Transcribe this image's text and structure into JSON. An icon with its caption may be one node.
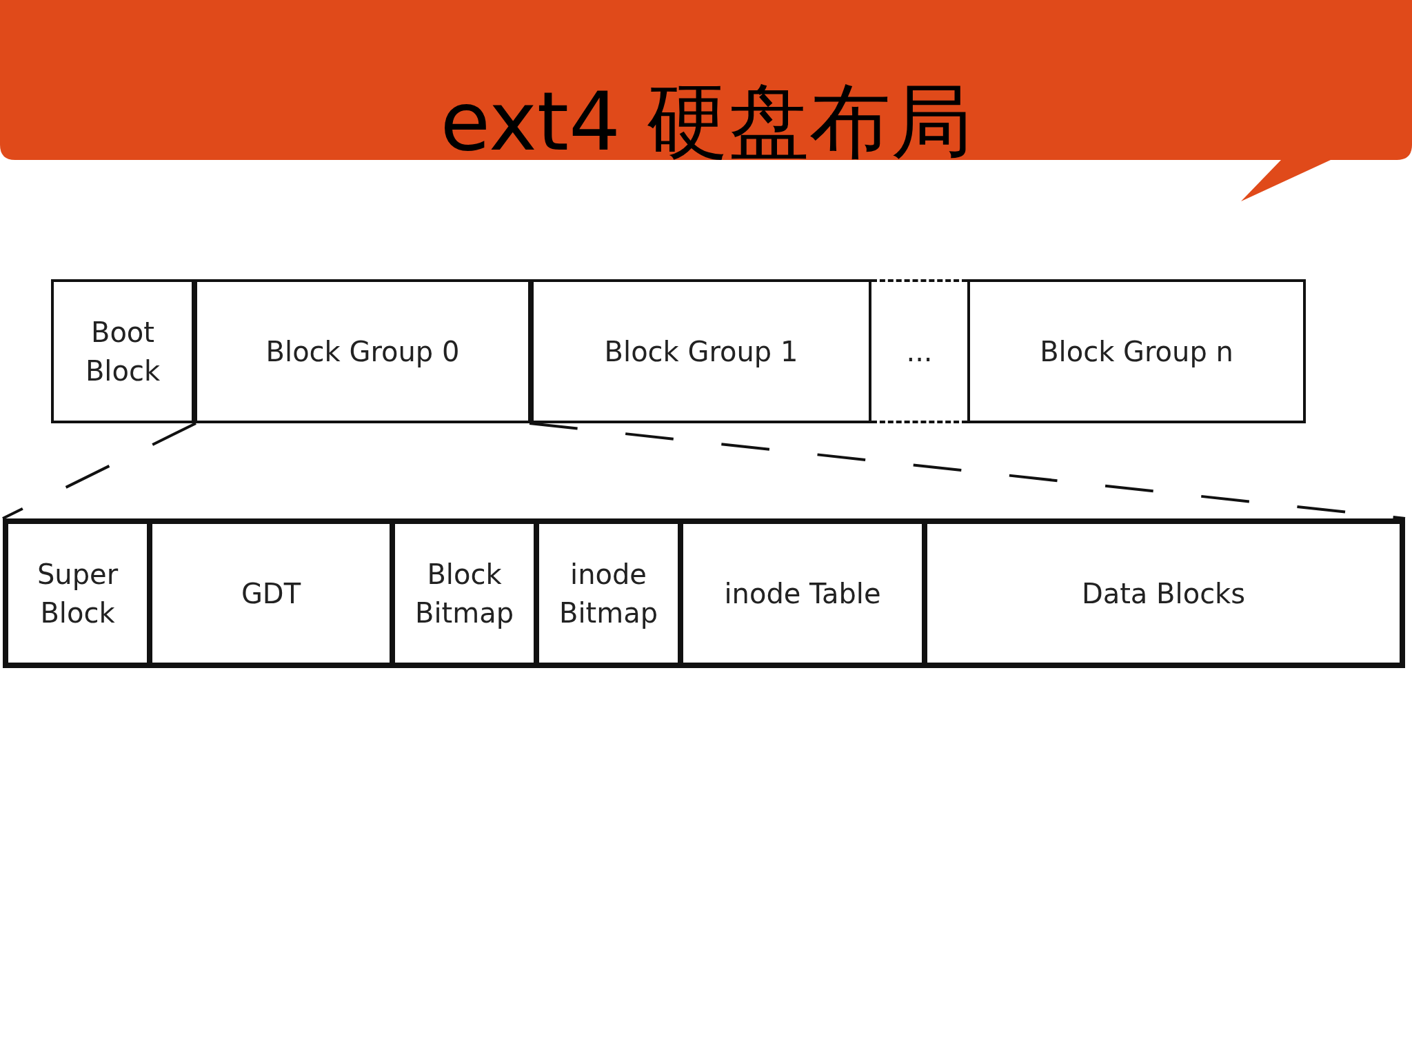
{
  "diagram": {
    "title": "ext4 硬盘布局",
    "nodes": [
      {
        "text": [
          "Boot Block"
        ]
      },
      {
        "text": [
          "Block Group 0"
        ]
      },
      {
        "text": [
          "Block Group 1"
        ]
      },
      {
        "text": [
          "..."
        ]
      },
      {
        "text": [
          "Block Group n"
        ]
      },
      {
        "text": [],
        "shape": "box"
      },
      {
        "text": [
          "Super Block"
        ],
        "in": 5
      },
      {
        "text": [
          "GDT"
        ],
        "in": 5
      },
      {
        "text": [
          "Block Bitmap"
        ],
        "in": 5
      },
      {
        "text": [
          "inode Bitmap"
        ],
        "in": 5
      },
      {
        "text": [
          "inode Table"
        ],
        "in": 5
      },
      {
        "text": [
          "Data Blocks"
        ],
        "in": 5
      }
    ],
    "edges": [
      {
        "from": 1,
        "to": 5,
        "arrow": "none",
        "style": "dashed"
      },
      {
        "from": 1,
        "to": 5,
        "arrow": "none",
        "style": "dashed"
      }
    ]
  }
}
